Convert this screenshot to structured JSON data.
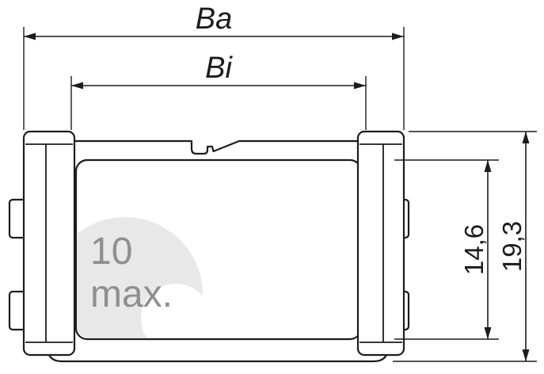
{
  "diagram": {
    "type": "technical-dimension-drawing",
    "labels": {
      "outer_width": "Ba",
      "inner_width": "Bi",
      "inner_height": "14,6",
      "outer_height": "19,3"
    },
    "note": {
      "line1": "10",
      "line2": "max."
    },
    "colors": {
      "line": "#1c1c1c",
      "dim_text": "#1c1c1c",
      "note_text": "#8f8f8f",
      "watermark": "#e8e8e8",
      "background": "#ffffff"
    }
  }
}
